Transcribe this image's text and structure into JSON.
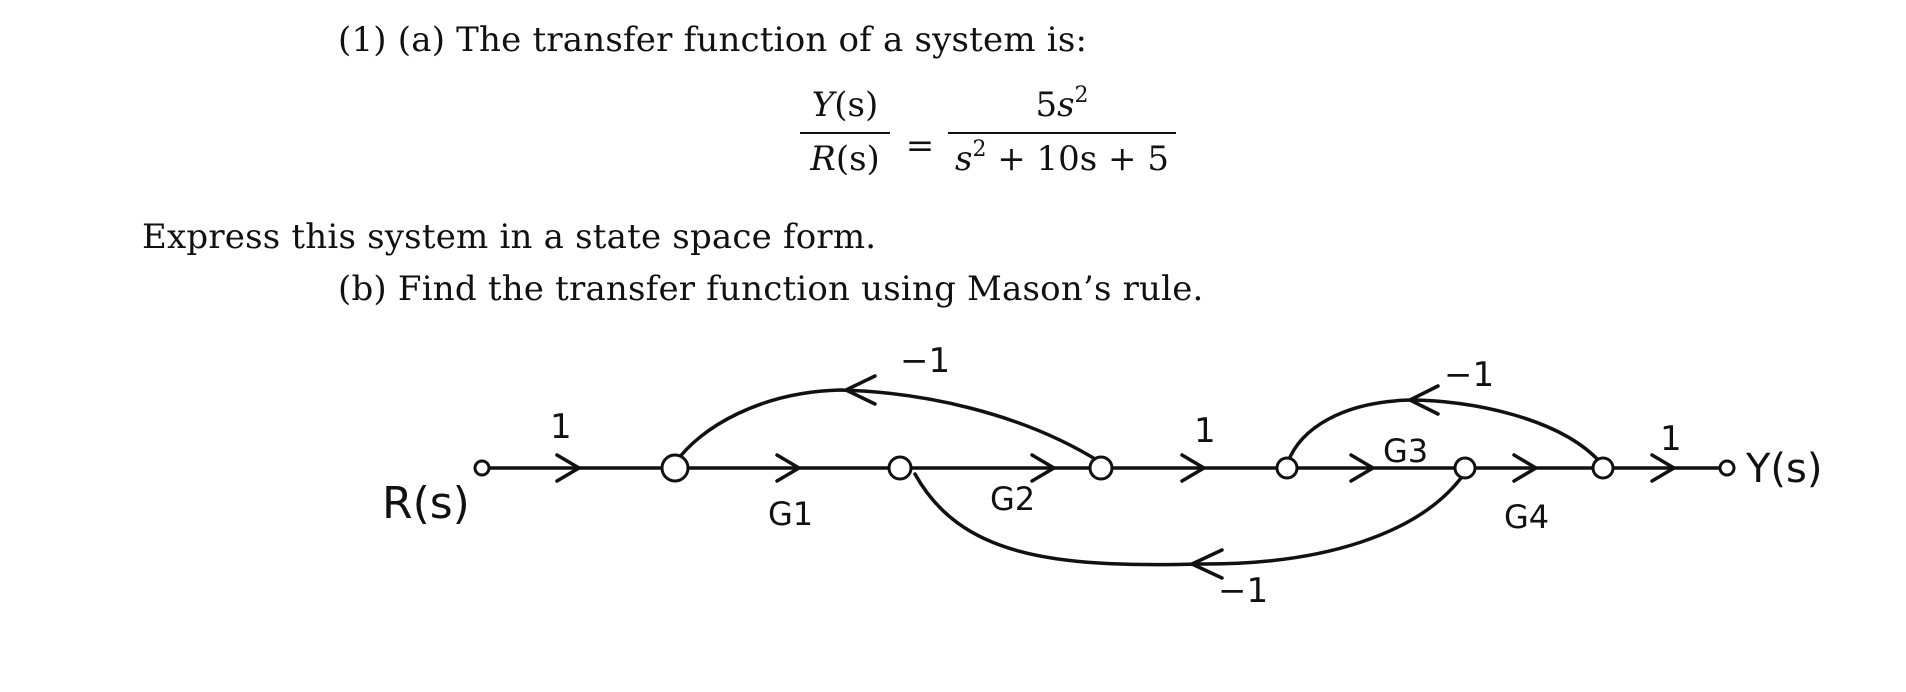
{
  "problem": {
    "part_a_intro": "(1) (a) The transfer function of a system is:",
    "equation": {
      "lhs_num_pre": "Y",
      "lhs_num_post": "(s)",
      "lhs_den_pre": "R",
      "lhs_den_post": "(s)",
      "equals": "=",
      "rhs_num_coef": "5",
      "rhs_num_var": "s",
      "rhs_num_exp": "2",
      "rhs_den_var": "s",
      "rhs_den_exp": "2",
      "rhs_den_rest": " + 10s + 5"
    },
    "express_text": "Express this system in a state space form.",
    "part_b_text": "(b) Find the transfer function using Mason’s rule."
  },
  "diagram": {
    "input_label": "R(s)",
    "output_label": "Y(s)",
    "gains": {
      "input_branch": "1",
      "g1": "G1",
      "g2": "G2",
      "mid_branch": "1",
      "g3": "G3",
      "g4": "G4",
      "output_branch": "1",
      "feedback_top_left": "−1",
      "feedback_top_right": "−1",
      "feedback_bottom": "−1"
    }
  }
}
